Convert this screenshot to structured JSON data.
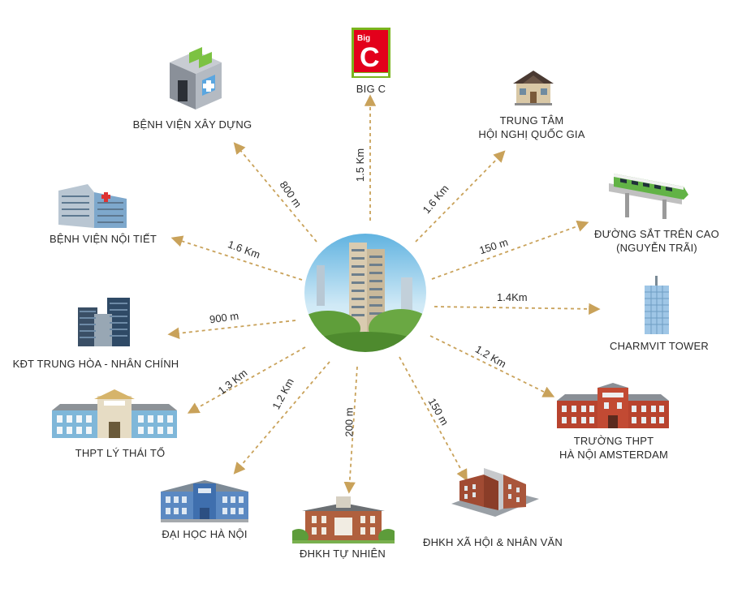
{
  "center": {
    "name": "project-tower"
  },
  "accent": "#c9a25a",
  "destinations": [
    {
      "id": "big-c",
      "label": "BIG C",
      "distance": "1.5 Km",
      "logo_text": "Big C"
    },
    {
      "id": "trung-tam-hoi-nghi",
      "label": "TRUNG TÂM\nHỘI NGHỊ QUỐC GIA",
      "distance": "1.6 Km"
    },
    {
      "id": "duong-sat",
      "label": "ĐƯỜNG SẮT TRÊN CAO\n(NGUYỄN TRÃI)",
      "distance": "150 m"
    },
    {
      "id": "charmvit",
      "label": "CHARMVIT TOWER",
      "distance": "1.4Km"
    },
    {
      "id": "amsterdam",
      "label": "TRƯỜNG THPT\nHÀ NỘI AMSTERDAM",
      "distance": "1.2 Km"
    },
    {
      "id": "dhkh-xh",
      "label": "ĐHKH XÃ HỘI & NHÂN VĂN",
      "distance": "150 m"
    },
    {
      "id": "dhkh-tn",
      "label": "ĐHKH TỰ NHIÊN",
      "distance": "200 m"
    },
    {
      "id": "dai-hoc-ha-noi",
      "label": "ĐẠI HỌC HÀ NỘI",
      "distance": "1.2 Km"
    },
    {
      "id": "thpt-ly-thai-to",
      "label": "THPT LÝ THÁI TỔ",
      "distance": "1.3 Km"
    },
    {
      "id": "kdt-trung-hoa",
      "label": "KĐT TRUNG HÒA - NHÂN CHÍNH",
      "distance": "900 m"
    },
    {
      "id": "benh-vien-noi-tiet",
      "label": "BỆNH VIỆN NỘI TIẾT",
      "distance": "1.6 Km"
    },
    {
      "id": "benh-vien-xay-dung",
      "label": "BỆNH VIỆN XÂY DỰNG",
      "distance": "800 m"
    }
  ]
}
